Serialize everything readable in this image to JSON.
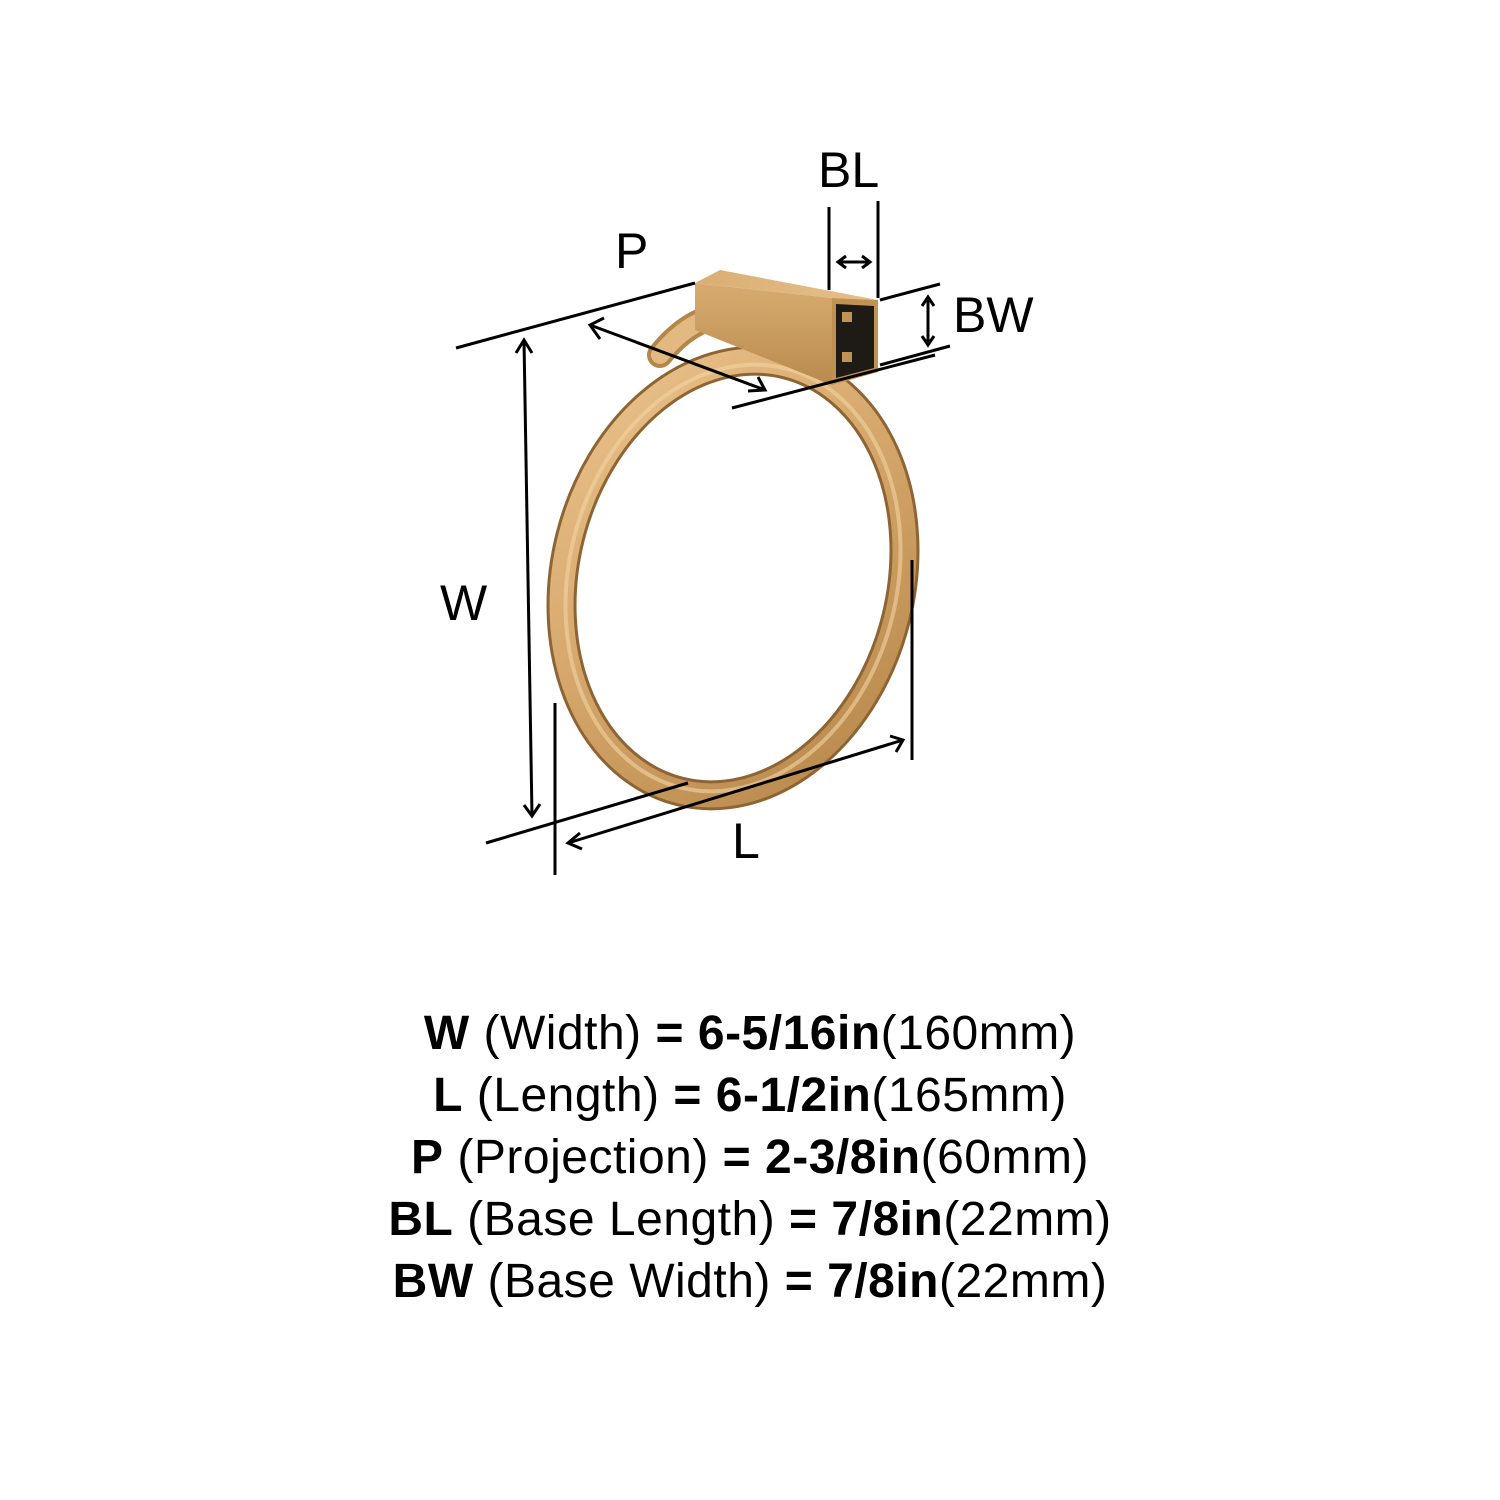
{
  "diagram": {
    "title": "Towel ring dimension diagram",
    "labels": {
      "bl": "BL",
      "p": "P",
      "bw": "BW",
      "w": "W",
      "l": "L"
    },
    "colors": {
      "finish_light": "#E3B982",
      "finish_mid": "#C9995E",
      "finish_dark": "#9C6F3A",
      "base_face": "#1E1A16",
      "lines": "#000000"
    }
  },
  "specs": [
    {
      "symbol": "W",
      "name": "(Width)",
      "eq": "=",
      "imperial": "6-5/16in",
      "metric": "(160mm)"
    },
    {
      "symbol": "L",
      "name": "(Length)",
      "eq": "=",
      "imperial": "6-1/2in",
      "metric": "(165mm)"
    },
    {
      "symbol": "P",
      "name": "(Projection)",
      "eq": "=",
      "imperial": "2-3/8in",
      "metric": "(60mm)"
    },
    {
      "symbol": "BL",
      "name": "(Base Length)",
      "eq": "=",
      "imperial": "7/8in",
      "metric": "(22mm)"
    },
    {
      "symbol": "BW",
      "name": "(Base Width)",
      "eq": "=",
      "imperial": "7/8in",
      "metric": "(22mm)"
    }
  ]
}
